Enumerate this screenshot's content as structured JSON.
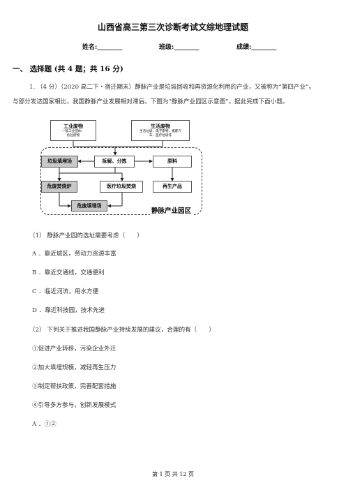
{
  "header": {
    "title": "山西省高三第三次诊断考试文综地理试题",
    "name_label": "姓名:________",
    "class_label": "班级:________",
    "score_label": "成绩:________"
  },
  "section": {
    "heading": "一、 选择题 (共 4 题；共 16 分)"
  },
  "question": {
    "stem_line1": "1. （4 分）（2020 高二下・宿迁期末）静脉产业是垃圾回收和再资源化利用的产业，又被称为“第四产业”。",
    "stem_line2": "与部分发达国家相比，我国静脉产业发展相对滞后。下图为“静脉产业园区示意图”。据此完成下面小题。"
  },
  "diagram": {
    "industrial_title": "工业废物",
    "industrial_sub1": "一般工业固体、",
    "industrial_sub2": "危险废物",
    "domestic_title": "生活废物",
    "domestic_sub1": "生活垃圾、电子废物、报废汽",
    "domestic_sub2": "车、医疗垃圾等",
    "landfill": "垃圾填埋场",
    "sorting": "拆解、分拣",
    "raw_material": "原料",
    "hazard_incinerator": "危废焚烧炉",
    "medical_incinerator": "医疗垃圾焚烧",
    "recycled_product": "再生产品",
    "hazard_landfill": "危废填埋场",
    "park_label": "静脉产业园区"
  },
  "sub1": {
    "stem": "（1） 静脉产业园的选址需要考虑（　　）",
    "options": [
      "A ．靠近城区，劳动力资源丰富",
      "B ．靠近交通线，交通便利",
      "C ．临近河流，用水方便",
      "D ．靠近科技园，技术先进"
    ]
  },
  "sub2": {
    "stem": "（2） 下列关于推进我国静脉产业持续发展的建议，合理的有（　　）",
    "items": [
      "①促进产业转移，污染企业外迁",
      "②加大填埋规模，减轻再生压力",
      "③制定帮扶政策，完善配套措施",
      "④引导多方参与，创新发展模式"
    ],
    "option_a": "A ．①②"
  },
  "footer": {
    "page": "第 1 页 共 12 页"
  }
}
